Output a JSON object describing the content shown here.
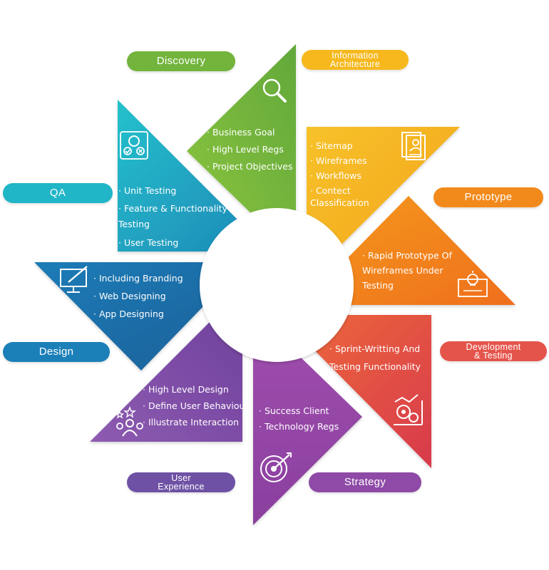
{
  "segments": [
    {
      "key": "discovery",
      "label": "Discovery",
      "color": "#7cb83a",
      "items": [
        "· Business Goal",
        "· High Level Regs",
        "· Project Objectives"
      ]
    },
    {
      "key": "information",
      "label": "Information\nArchitecture",
      "color": "#f5b717",
      "items": [
        "· Sitemap",
        "· Wireframes",
        "· Workflows",
        "· Contect\nClassification"
      ]
    },
    {
      "key": "prototype",
      "label": "Prototype",
      "color": "#f28a1b",
      "items": [
        "· Rapid Prototype Of\nWireframes Under\nTesting"
      ]
    },
    {
      "key": "development",
      "label": "Development\n& Testing",
      "color": "#e55349",
      "items": [
        "· Sprint-Writting And\nTesting Functionality"
      ]
    },
    {
      "key": "strategy",
      "label": "Strategy",
      "color": "#8e4aa6",
      "items": [
        "· Success Client",
        "· Technology Regs"
      ]
    },
    {
      "key": "user_experience",
      "label": "User\nExperience",
      "color": "#6d52a5",
      "items": [
        "· High Level Design",
        "· Define User Behaviour",
        "· Illustrate Interaction"
      ]
    },
    {
      "key": "design",
      "label": "Design",
      "color": "#1c80b8",
      "items": [
        "· Including Branding",
        "· Web Designing",
        "· App Designing"
      ]
    },
    {
      "key": "qa",
      "label": "QA",
      "color": "#1fb8c9",
      "items": [
        "· Unit Testing",
        "· Feature & Functionality\nTesting",
        "· User Testing"
      ]
    }
  ],
  "icons": {
    "discovery": "magnifier-icon",
    "information": "document-icon",
    "prototype": "lightbulb-blueprint-icon",
    "development": "gears-growth-icon",
    "strategy": "target-icon",
    "user_experience": "users-stars-icon",
    "design": "monitor-brush-icon",
    "qa": "gear-check-icon"
  }
}
